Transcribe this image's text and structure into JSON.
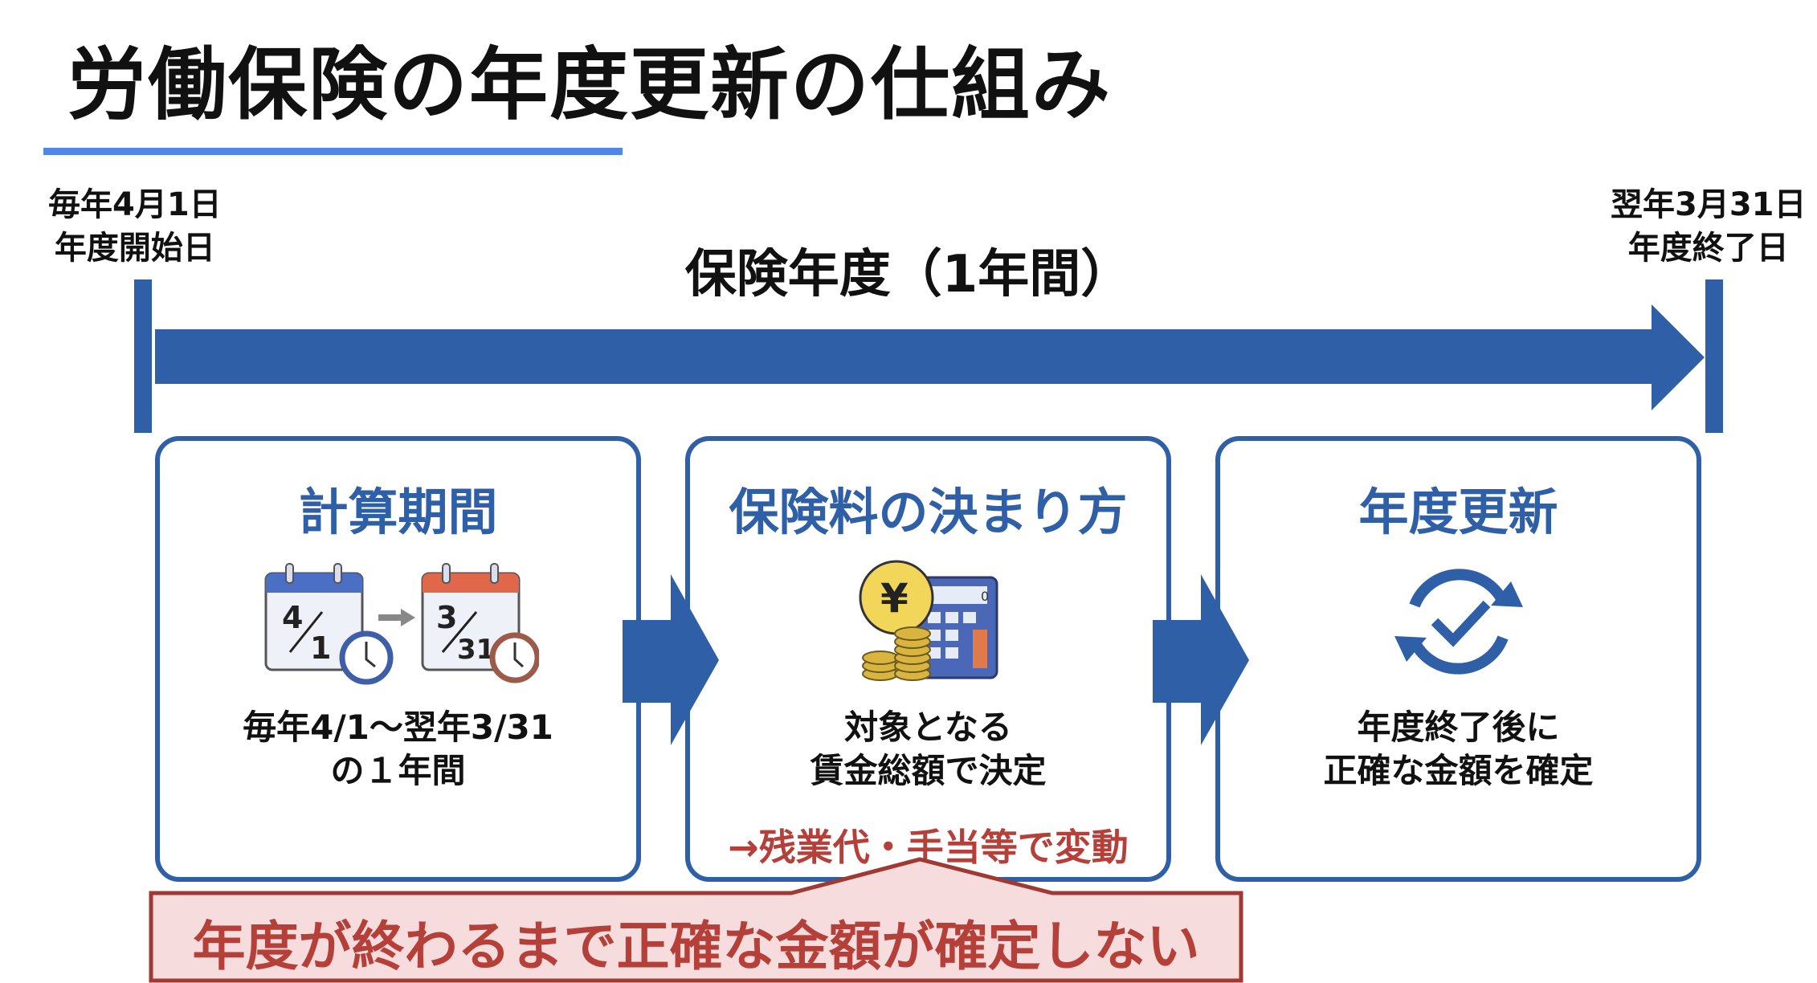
{
  "title": "労働保険の年度更新の仕組み",
  "timeline": {
    "start_line1": "毎年4月1日",
    "start_line2": "年度開始日",
    "period_label": "保険年度（1年間）",
    "end_line1": "翌年3月31日",
    "end_line2": "年度終了日"
  },
  "steps": [
    {
      "title": "計算期間",
      "line1": "毎年4/1〜翌年3/31",
      "line2": "の１年間",
      "icon": "calendar-clock-icon",
      "icon_text": {
        "from_top": "4",
        "from_bottom": "1",
        "to_top": "3",
        "to_bottom": "31"
      }
    },
    {
      "title": "保険料の決まり方",
      "line1": "対象となる",
      "line2": "賃金総額で決定",
      "note": "→残業代・手当等で変動",
      "icon": "yen-calculator-icon",
      "icon_text": {
        "yen": "¥",
        "display": "0"
      }
    },
    {
      "title": "年度更新",
      "line1": "年度終了後に",
      "line2": "正確な金額を確定",
      "icon": "renew-check-icon"
    }
  ],
  "callout": "年度が終わるまで正確な金額が確定しない",
  "colors": {
    "primary": "#2f5fa6",
    "accent_line": "#4f86e8",
    "warning_text": "#b5403a",
    "callout_fill": "#f6dcdc",
    "callout_border": "#9e3a33"
  }
}
